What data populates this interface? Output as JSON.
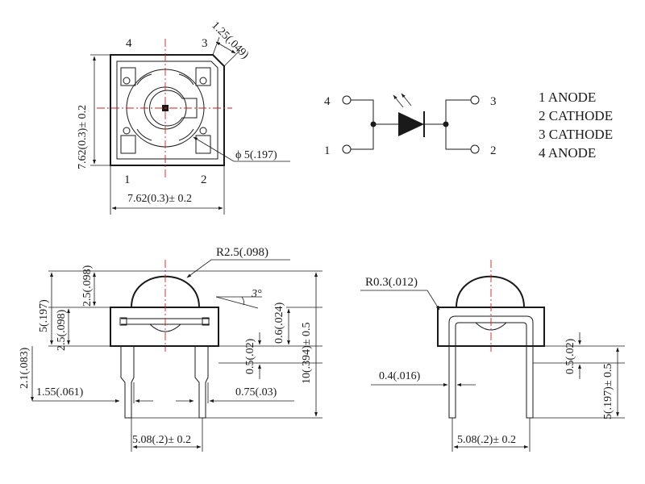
{
  "top_view": {
    "pin_labels": [
      "4",
      "3",
      "1",
      "2"
    ],
    "dim_height": "7.62(0.3)± 0.2",
    "dim_width": "7.62(0.3)± 0.2",
    "dim_chamfer": "1.25(.049)",
    "dim_diameter": "ϕ 5(.197)"
  },
  "schematic": {
    "pin_labels": [
      "4",
      "1",
      "3",
      "2"
    ]
  },
  "legend": {
    "items": [
      "1 ANODE",
      "2 CATHODE",
      "3 CATHODE",
      "4 ANODE"
    ]
  },
  "side_view": {
    "radius_label": "R2.5(.098)",
    "angle_label": "3°",
    "dim_top_2_5": "2.5(.098)",
    "dim_5": "5(.197)",
    "dim_2_5b": "2.5(.098)",
    "dim_2_1": "2.1(.083)",
    "dim_0_5": "0.5(.02)",
    "dim_0_6": "0.6(.024)",
    "dim_10": "10(.394)± 0.5",
    "dim_1_55": "1.55(.061)",
    "dim_0_75": "0.75(.03)",
    "dim_5_08": "5.08(.2)± 0.2"
  },
  "end_view": {
    "radius_label": "R0.3(.012)",
    "dim_0_5": "0.5(.02)",
    "dim_0_4": "0.4(.016)",
    "dim_5": "5(.197)± 0.5",
    "dim_5_08": "5.08(.2)± 0.2"
  }
}
